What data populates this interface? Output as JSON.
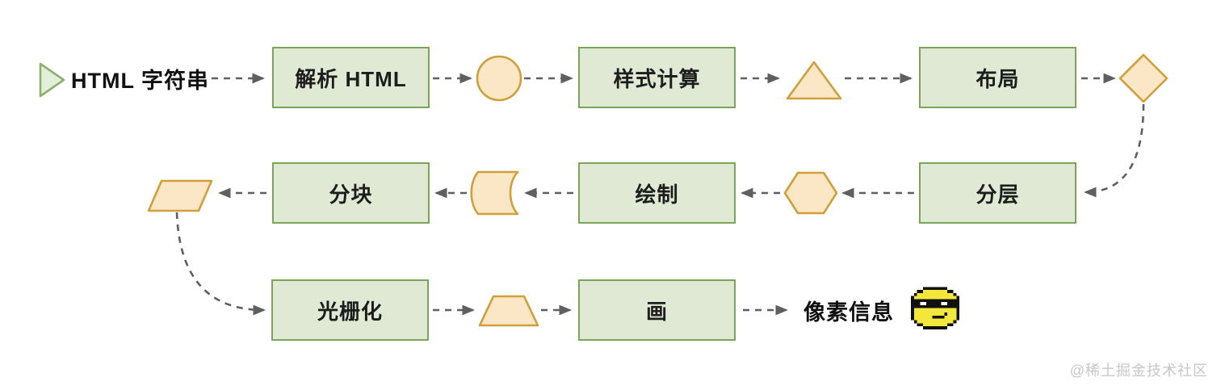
{
  "flow": {
    "start_label": "HTML 字符串",
    "nodes": {
      "parse_html": "解析 HTML",
      "style_calc": "样式计算",
      "layout": "布局",
      "layer": "分层",
      "paint": "绘制",
      "tiling": "分块",
      "raster": "光栅化",
      "draw": "画"
    },
    "end_label": "像素信息",
    "icons": {
      "start": "play-triangle-icon",
      "after_parse_html": "circle-icon",
      "after_style_calc": "up-triangle-icon",
      "after_layout": "diamond-icon",
      "after_layer": "hexagon-icon",
      "after_paint": "stored-data-icon",
      "after_tiling": "parallelogram-icon",
      "after_raster": "trapezoid-icon",
      "end": "pixel-sunglasses-emoji-icon"
    },
    "colors": {
      "node_fill": "#dfe9d3",
      "node_border": "#7aa55a",
      "shape_fill": "#fbe7c6",
      "shape_border": "#d09e3a",
      "arrow": "#5f5f5f",
      "emoji_yellow": "#f3e73c",
      "watermark": "#c7c7c7"
    }
  },
  "watermark": "@稀土掘金技术社区"
}
